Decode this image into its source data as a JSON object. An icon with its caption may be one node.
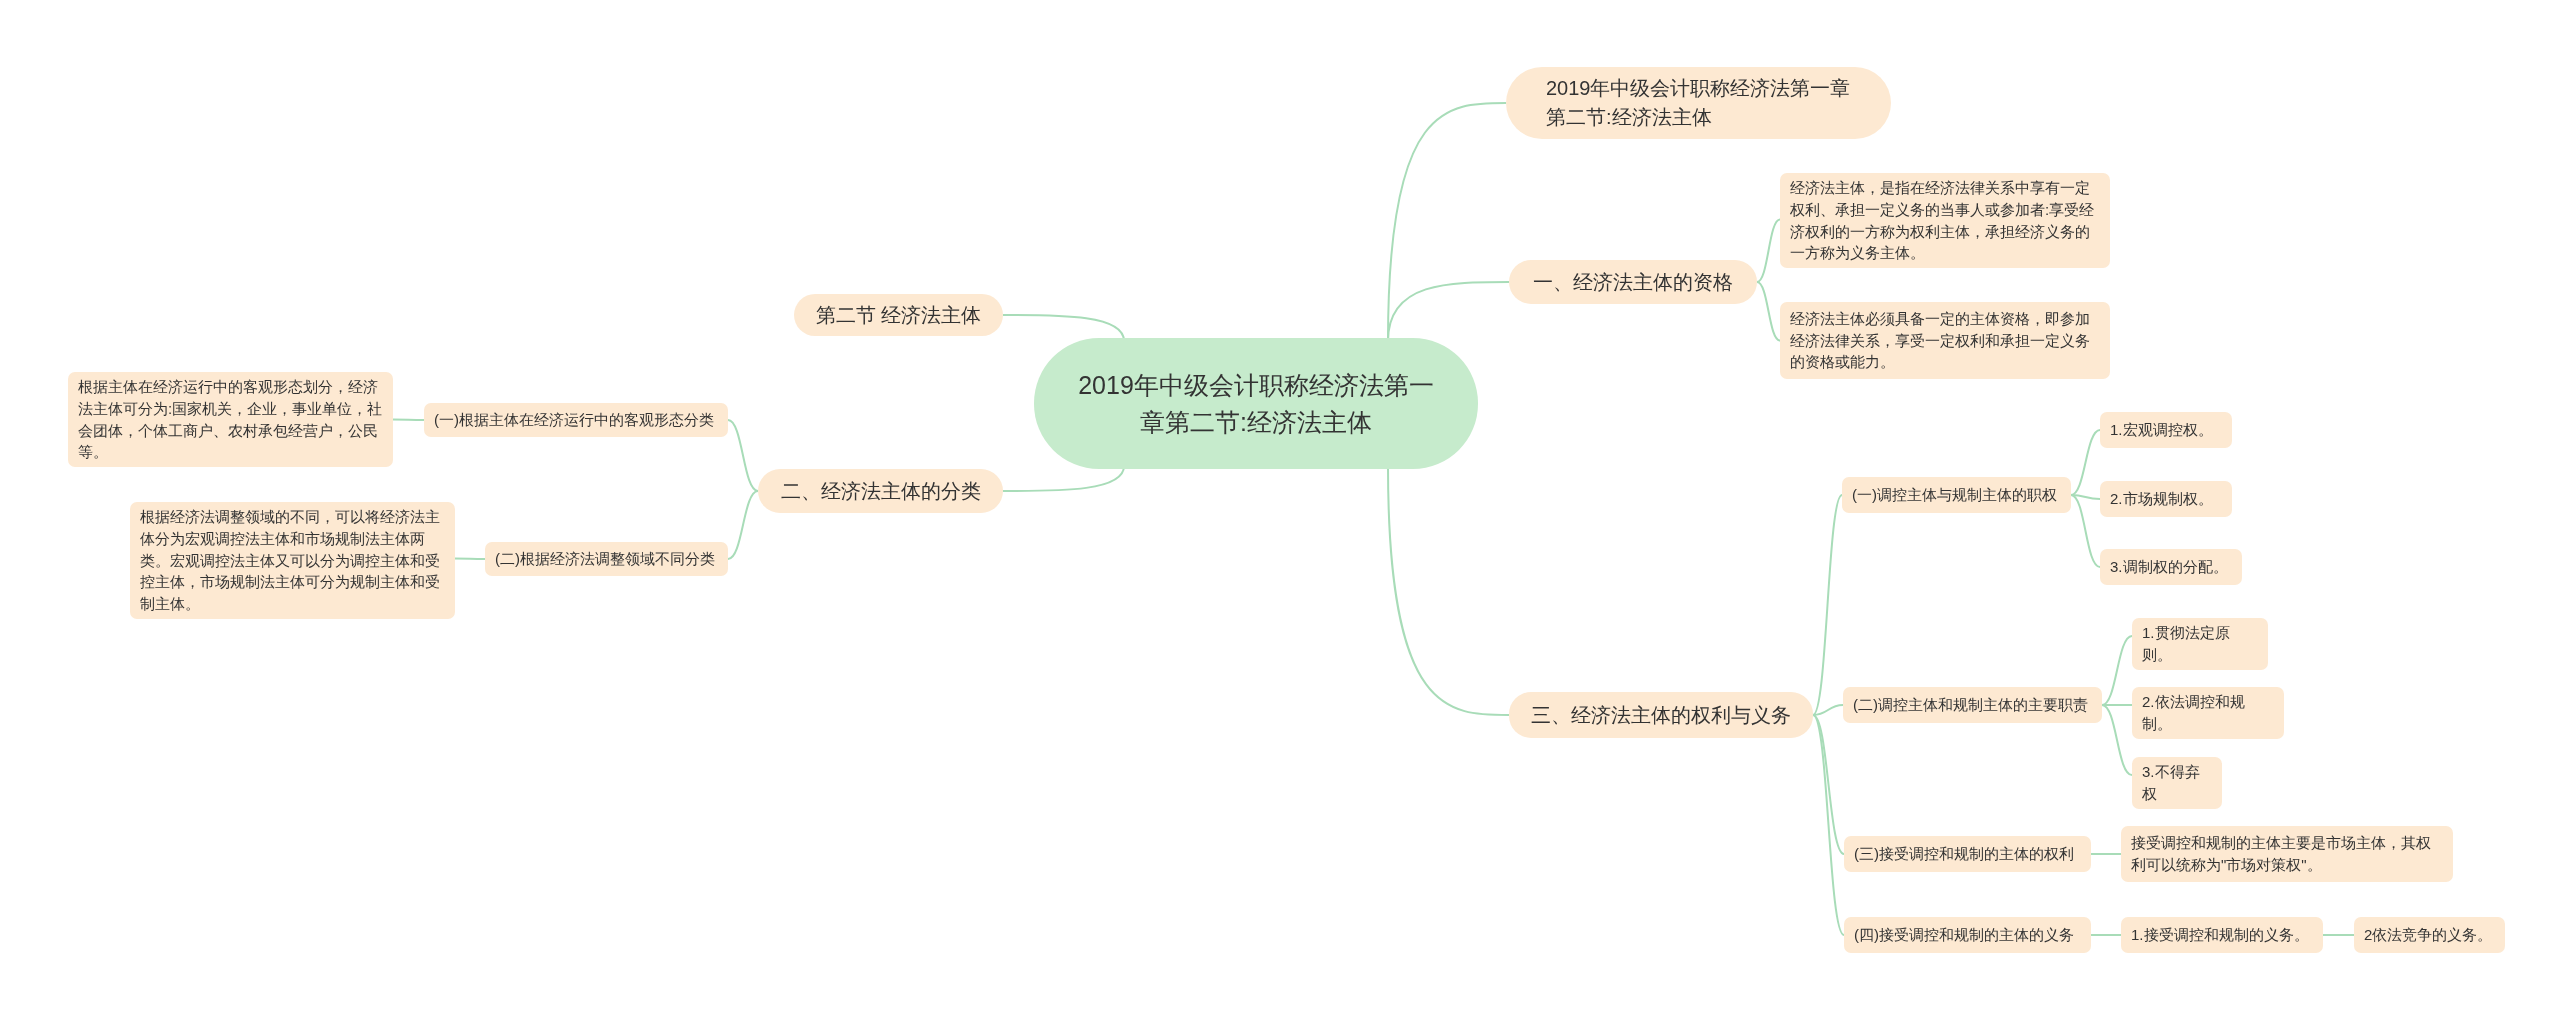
{
  "diagram": {
    "nodes": [
      {
        "text": [
          "2019年中级会计职称经济法第一章第二节:经济法主体"
        ]
      },
      {
        "text": [
          "2019年中级会计职称经济法第一章第二节:经济法主体"
        ]
      },
      {
        "text": [
          "一、经济法主体的资格"
        ]
      },
      {
        "text": [
          "经济法主体，是指在经济法律关系中享有一定权利、承担一定义务的当事人或参加者:享受经济权利的一方称为权利主体，承担经济义务的一方称为义务主体。"
        ]
      },
      {
        "text": [
          "经济法主体必须具备一定的主体资格，即参加经济法律关系，享受一定权利和承担一定义务的资格或能力。"
        ]
      },
      {
        "text": [
          "三、经济法主体的权利与义务"
        ]
      },
      {
        "text": [
          "(一)调控主体与规制主体的职权"
        ]
      },
      {
        "text": [
          "1.宏观调控权。"
        ]
      },
      {
        "text": [
          "2.市场规制权。"
        ]
      },
      {
        "text": [
          "3.调制权的分配。"
        ]
      },
      {
        "text": [
          "(二)调控主体和规制主体的主要职责"
        ]
      },
      {
        "text": [
          "1.贯彻法定原则。"
        ]
      },
      {
        "text": [
          "2.依法调控和规制。"
        ]
      },
      {
        "text": [
          "3.不得弃权"
        ]
      },
      {
        "text": [
          "(三)接受调控和规制的主体的权利"
        ]
      },
      {
        "text": [
          "接受调控和规制的主体主要是市场主体，其权利可以统称为\"市场对策权\"。"
        ]
      },
      {
        "text": [
          "(四)接受调控和规制的主体的义务"
        ]
      },
      {
        "text": [
          "1.接受调控和规制的义务。"
        ]
      },
      {
        "text": [
          "2依法竞争的义务。"
        ]
      },
      {
        "text": [
          "第二节 经济法主体"
        ]
      },
      {
        "text": [
          "二、经济法主体的分类"
        ]
      },
      {
        "text": [
          "(一)根据主体在经济运行中的客观形态分类"
        ]
      },
      {
        "text": [
          "根据主体在经济运行中的客观形态划分，经济法主体可分为:国家机关，企业，事业单位，社会团体，个体工商户、农村承包经营户，公民等。"
        ]
      },
      {
        "text": [
          "(二)根据经济法调整领域不同分类"
        ]
      },
      {
        "text": [
          "根据经济法调整领域的不同，可以将经济法主体分为宏观调控法主体和市场规制法主体两类。宏观调控法主体又可以分为调控主体和受控主体，市场规制法主体可分为规制主体和受制主体。"
        ]
      }
    ],
    "edges": [
      {
        "from": 0,
        "to": 1,
        "arrow": "none"
      },
      {
        "from": 0,
        "to": 2,
        "arrow": "none"
      },
      {
        "from": 2,
        "to": 3,
        "arrow": "none"
      },
      {
        "from": 2,
        "to": 4,
        "arrow": "none"
      },
      {
        "from": 0,
        "to": 5,
        "arrow": "none"
      },
      {
        "from": 5,
        "to": 6,
        "arrow": "none"
      },
      {
        "from": 6,
        "to": 7,
        "arrow": "none"
      },
      {
        "from": 6,
        "to": 8,
        "arrow": "none"
      },
      {
        "from": 6,
        "to": 9,
        "arrow": "none"
      },
      {
        "from": 5,
        "to": 10,
        "arrow": "none"
      },
      {
        "from": 10,
        "to": 11,
        "arrow": "none"
      },
      {
        "from": 10,
        "to": 12,
        "arrow": "none"
      },
      {
        "from": 10,
        "to": 13,
        "arrow": "none"
      },
      {
        "from": 5,
        "to": 14,
        "arrow": "none"
      },
      {
        "from": 14,
        "to": 15,
        "arrow": "none"
      },
      {
        "from": 5,
        "to": 16,
        "arrow": "none"
      },
      {
        "from": 16,
        "to": 17,
        "arrow": "none"
      },
      {
        "from": 17,
        "to": 18,
        "arrow": "none"
      },
      {
        "from": 0,
        "to": 19,
        "arrow": "none"
      },
      {
        "from": 0,
        "to": 20,
        "arrow": "none"
      },
      {
        "from": 20,
        "to": 21,
        "arrow": "none"
      },
      {
        "from": 21,
        "to": 22,
        "arrow": "none"
      },
      {
        "from": 20,
        "to": 23,
        "arrow": "none"
      },
      {
        "from": 23,
        "to": 24,
        "arrow": "none"
      }
    ]
  }
}
